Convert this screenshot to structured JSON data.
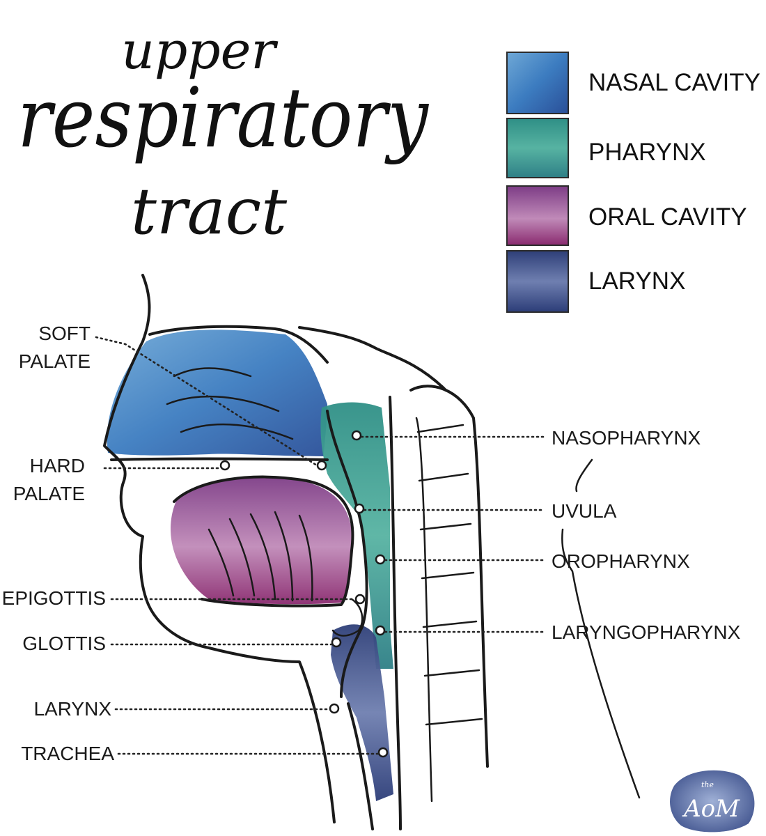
{
  "title": {
    "line1": "upper",
    "line2": "respiratory",
    "line3": "tract"
  },
  "legend": [
    {
      "label": "NASAL CAVITY",
      "color": "#3a78b8"
    },
    {
      "label": "PHARYNX",
      "color": "#3a9a8e"
    },
    {
      "label": "ORAL CAVITY",
      "color": "#8a3d88"
    },
    {
      "label": "LARYNX",
      "color": "#3f4f88"
    }
  ],
  "left_labels": {
    "soft_palate_1": "SOFT",
    "soft_palate_2": "PALATE",
    "hard_palate_1": "HARD",
    "hard_palate_2": "PALATE",
    "epiglottis": "EPIGOTTIS",
    "glottis": "GLOTTIS",
    "larynx": "LARYNX",
    "trachea": "TRACHEA"
  },
  "right_labels": {
    "nasopharynx": "NASOPHARYNX",
    "uvula": "UVULA",
    "oropharynx": "OROPHARYNX",
    "laryngopharynx": "LARYNGOPHARYNX"
  },
  "logo": {
    "small": "the",
    "mark": "AoM"
  }
}
